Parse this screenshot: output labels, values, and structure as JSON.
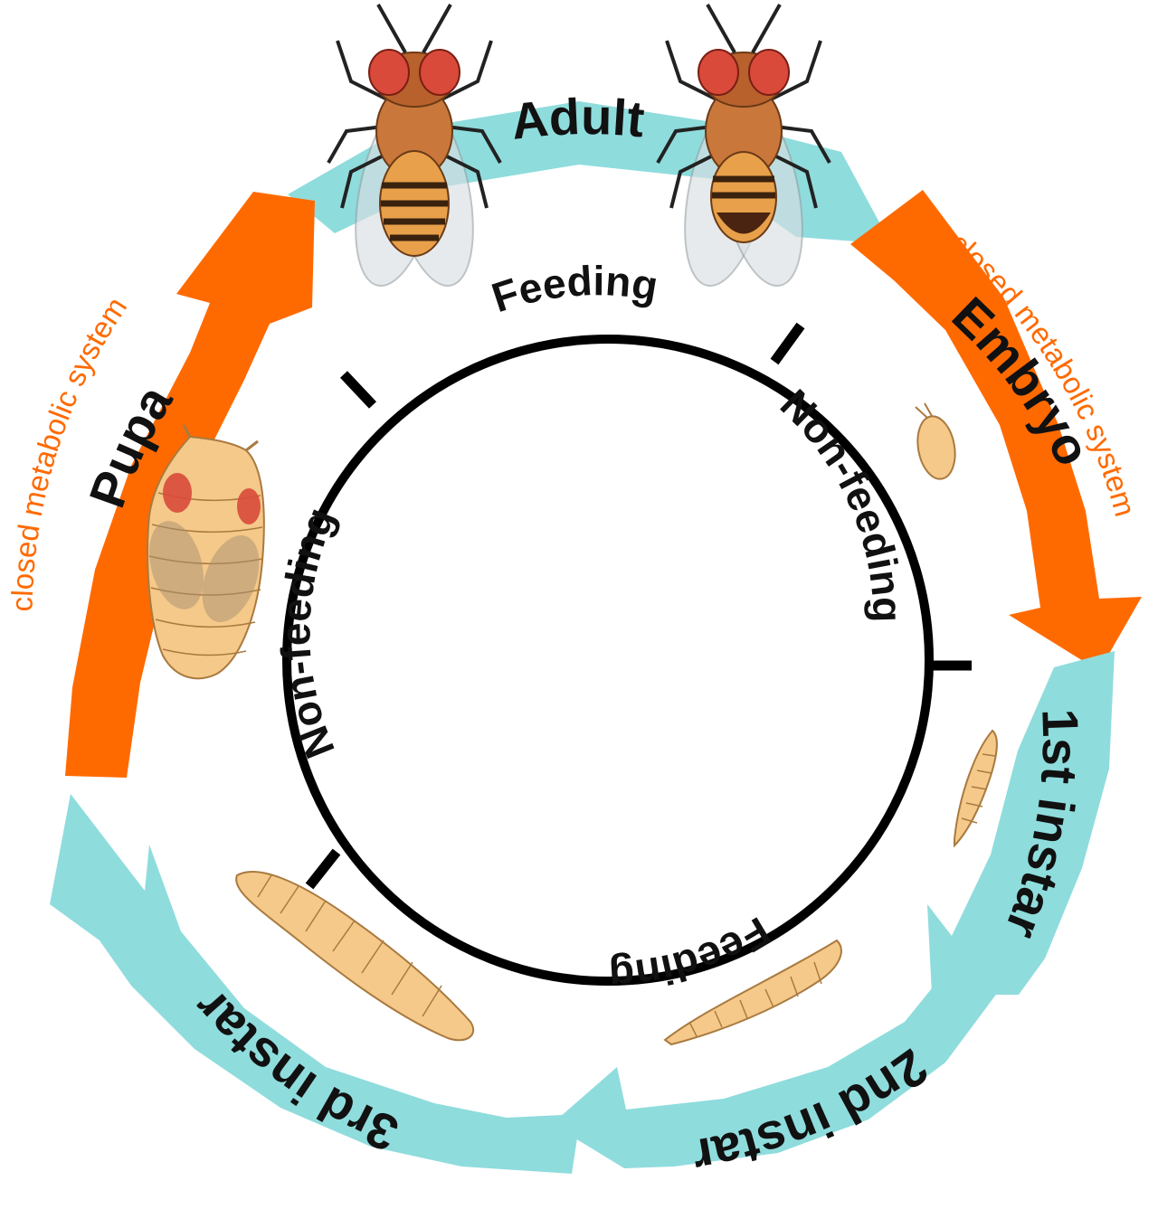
{
  "colors": {
    "orange": "#ff6a00",
    "cyan": "#8fdcdd",
    "ring": "#000000",
    "larva_fill": "#f5c98a",
    "larva_stroke": "#a97a3f",
    "eye": "#d94a3a",
    "text": "#111111"
  },
  "stages": {
    "adult": "Adult",
    "embryo": "Embryo",
    "first_instar": "1st instar",
    "second_instar": "2nd instar",
    "third_instar": "3rd instar",
    "pupa": "Pupa"
  },
  "notes": {
    "embryo_note": "closed metabolic system",
    "pupa_note": "closed metabolic system"
  },
  "phases": {
    "top": "Feeding",
    "right": "Non-feeding",
    "bottom": "Feeding",
    "left": "Non-feeding"
  },
  "icons": {
    "adult_fly_female": "fly-icon",
    "adult_fly_male": "fly-icon",
    "embryo": "egg-icon",
    "first_instar": "larva-icon",
    "second_instar": "larva-icon",
    "third_instar": "larva-icon",
    "pupa": "pupa-icon"
  }
}
